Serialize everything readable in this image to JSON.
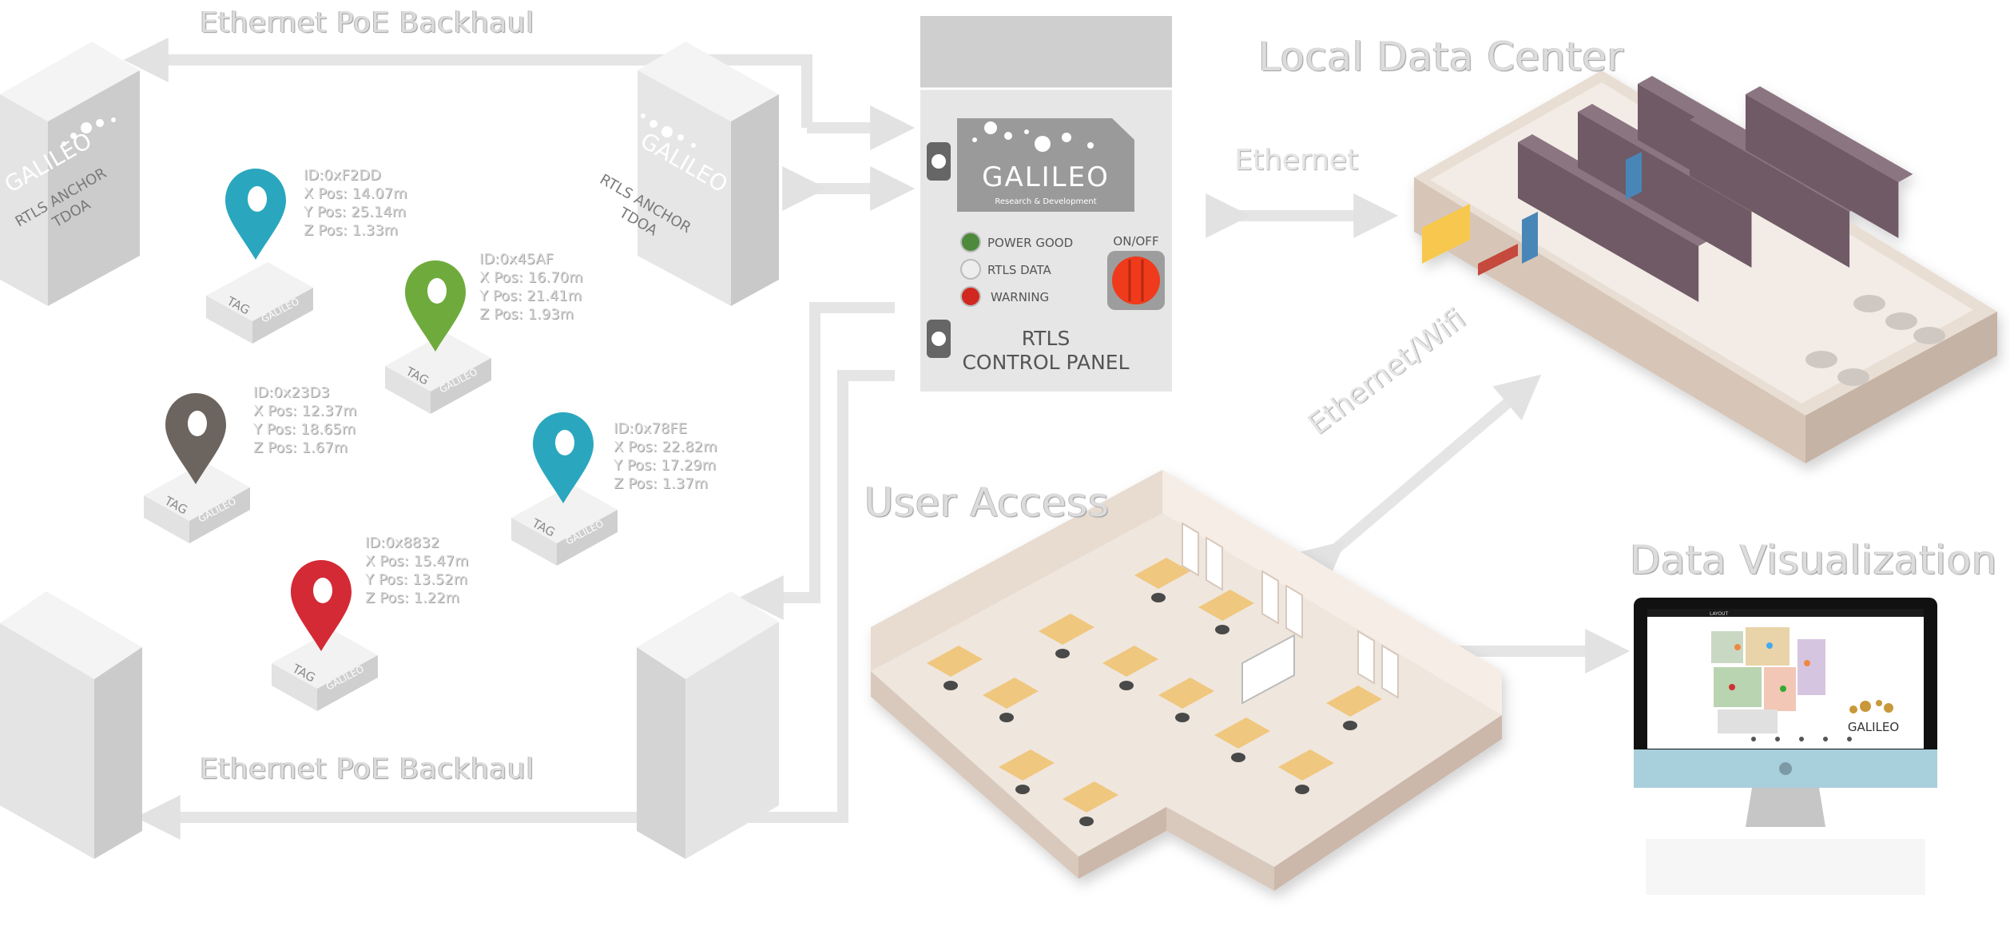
{
  "labels": {
    "poe_top": "Ethernet PoE Backhaul",
    "poe_bottom": "Ethernet PoE Backhaul",
    "local_data_center": "Local Data Center",
    "ethernet": "Ethernet",
    "ethernet_wifi": "Ethernet/Wifi",
    "user_access": "User Access",
    "data_visualization": "Data Visualization"
  },
  "anchors": [
    {
      "line1": "GALILEO",
      "line2": "RTLS ANCHOR",
      "line3": "TDOA"
    },
    {
      "line1": "GALILEO",
      "line2": "RTLS ANCHOR",
      "line3": "TDOA"
    }
  ],
  "tags": [
    {
      "id": "ID:0xF2DD",
      "x": "X Pos: 14.07m",
      "y": "Y Pos: 25.14m",
      "z": "Z Pos: 1.33m",
      "color": "#2aa7bf",
      "base": "TAG",
      "brand": "GALILEO"
    },
    {
      "id": "ID:0x45AF",
      "x": "X Pos: 16.70m",
      "y": "Y Pos: 21.41m",
      "z": "Z Pos: 1.93m",
      "color": "#6eab3c",
      "base": "TAG",
      "brand": "GALILEO"
    },
    {
      "id": "ID:0x23D3",
      "x": "X Pos: 12.37m",
      "y": "Y Pos: 18.65m",
      "z": "Z Pos: 1.67m",
      "color": "#6c655f",
      "base": "TAG",
      "brand": "GALILEO"
    },
    {
      "id": "ID:0x78FE",
      "x": "X Pos: 22.82m",
      "y": "Y Pos: 17.29m",
      "z": "Z Pos: 1.37m",
      "color": "#2aa7bf",
      "base": "TAG",
      "brand": "GALILEO"
    },
    {
      "id": "ID:0x8832",
      "x": "X Pos: 15.47m",
      "y": "Y Pos: 13.52m",
      "z": "Z Pos: 1.22m",
      "color": "#d42a35",
      "base": "TAG",
      "brand": "GALILEO"
    }
  ],
  "panel": {
    "brand": "GALILEO",
    "brand_sub": "Research & Development",
    "indicators": [
      {
        "label": "POWER GOOD",
        "color": "#4d8a3c"
      },
      {
        "label": "RTLS DATA",
        "color": "#ededed"
      },
      {
        "label": "WARNING",
        "color": "#d0281e"
      }
    ],
    "switch_label": "ON/OFF",
    "title_line1": "RTLS",
    "title_line2": "CONTROL PANEL"
  },
  "monitor": {
    "brand": "GALILEO",
    "nav_label": "LAYOUT"
  },
  "colors": {
    "arrow": "#e6e6e6",
    "panel_bg": "#e6e6e6",
    "panel_header": "#cfcfcf",
    "switch": "#f03a1c",
    "server": "#6f5a66",
    "floor": "#f3ece6",
    "monitor_stand": "#a8cfdc"
  }
}
